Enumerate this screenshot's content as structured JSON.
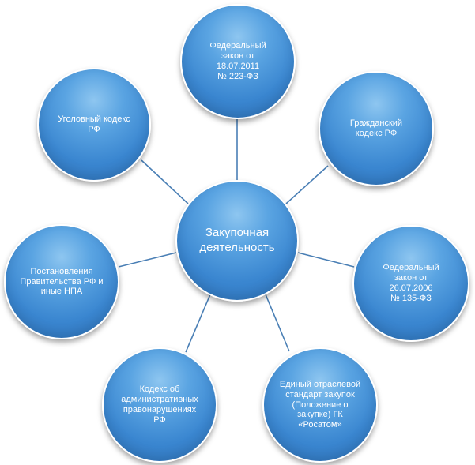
{
  "diagram": {
    "center": {
      "label": "Закупочная\nдеятельность"
    },
    "nodes": {
      "top": {
        "label": "Федеральный\nзакон от\n18.07.2011\n№ 223-ФЗ"
      },
      "upper_left": {
        "label": "Уголовный кодекс\nРФ"
      },
      "upper_right": {
        "label": "Гражданский\nкодекс РФ"
      },
      "left": {
        "label": "Постановления\nПравительства РФ и\nиные НПА"
      },
      "right": {
        "label": "Федеральный\nзакон от\n26.07.2006\n№ 135-ФЗ"
      },
      "bottom_left": {
        "label": "Кодекс об\nадминистративных\nправонарушениях\nРФ"
      },
      "bottom_right": {
        "label": "Единый отраслевой\nстандарт закупок\n(Положение о\nзакупке) ГК\n«Росатом»"
      }
    },
    "colors": {
      "node_fill": "#3a86d0",
      "node_highlight": "#8ec6f0",
      "connector": "#4a7fb5",
      "border": "#ffffff"
    }
  }
}
